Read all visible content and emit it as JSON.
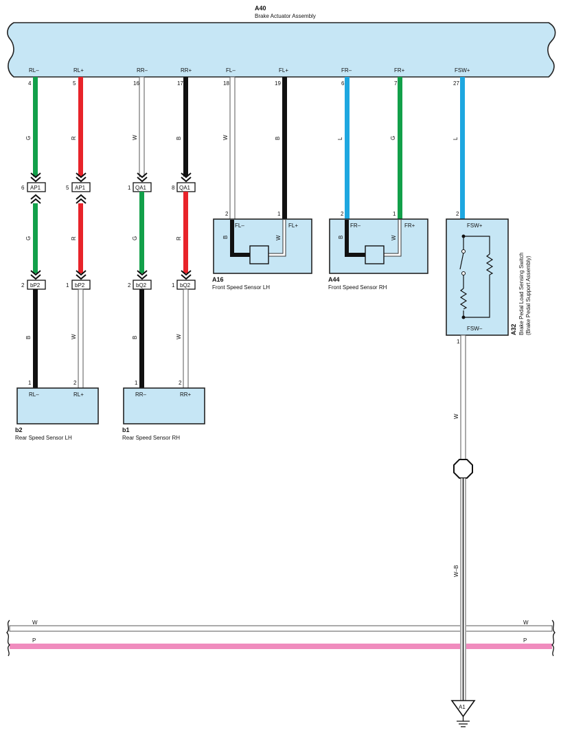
{
  "actuator": {
    "code": "A40",
    "name": "Brake Actuator Assembly",
    "pins": [
      {
        "label": "RL–",
        "num": "4",
        "color_code": "G",
        "color": "#12a04a"
      },
      {
        "label": "RL+",
        "num": "5",
        "color_code": "R",
        "color": "#e8232a"
      },
      {
        "label": "RR–",
        "num": "16",
        "color_code": "W",
        "color": "#ffffff"
      },
      {
        "label": "RR+",
        "num": "17",
        "color_code": "B",
        "color": "#111111"
      },
      {
        "label": "FL–",
        "num": "18",
        "color_code": "W",
        "color": "#ffffff"
      },
      {
        "label": "FL+",
        "num": "19",
        "color_code": "B",
        "color": "#111111"
      },
      {
        "label": "FR–",
        "num": "6",
        "color_code": "L",
        "color": "#1ea7e0"
      },
      {
        "label": "FR+",
        "num": "7",
        "color_code": "G",
        "color": "#12a04a"
      },
      {
        "label": "FSW+",
        "num": "27",
        "color_code": "L",
        "color": "#1ea7e0"
      }
    ]
  },
  "connectors": {
    "ap1_rl_minus": {
      "pin": "6",
      "name": "AP1"
    },
    "ap1_rl_plus": {
      "pin": "5",
      "name": "AP1"
    },
    "qa1_rr_minus": {
      "pin": "1",
      "name": "QA1"
    },
    "qa1_rr_plus": {
      "pin": "8",
      "name": "QA1"
    },
    "bp2_rl_minus": {
      "pin": "2",
      "name": "bP2"
    },
    "bp2_rl_plus": {
      "pin": "1",
      "name": "bP2"
    },
    "bq2_rr_minus": {
      "pin": "2",
      "name": "bQ2"
    },
    "bq2_rr_plus": {
      "pin": "1",
      "name": "bQ2"
    }
  },
  "mid_wire_colors": {
    "rl_minus": "G",
    "rl_plus": "R",
    "rr_minus": "G",
    "rr_plus": "R"
  },
  "low_wire_colors": {
    "rl_minus": "B",
    "rl_plus": "W",
    "rr_minus": "B",
    "rr_plus": "W"
  },
  "rear_lh": {
    "code": "b2",
    "name": "Rear Speed Sensor LH",
    "pin_minus": "RL–",
    "pin_plus": "RL+",
    "num_minus": "1",
    "num_plus": "2"
  },
  "rear_rh": {
    "code": "b1",
    "name": "Rear Speed Sensor RH",
    "pin_minus": "RR–",
    "pin_plus": "RR+",
    "num_minus": "1",
    "num_plus": "2"
  },
  "front_lh": {
    "code": "A16",
    "name": "Front Speed Sensor LH",
    "pin_minus": "FL–",
    "pin_plus": "FL+",
    "num_minus": "2",
    "num_plus": "1",
    "inner_b": "B",
    "inner_w": "W"
  },
  "front_rh": {
    "code": "A44",
    "name": "Front Speed Sensor RH",
    "pin_minus": "FR–",
    "pin_plus": "FR+",
    "num_minus": "2",
    "num_plus": "1",
    "inner_b": "B",
    "inner_w": "W"
  },
  "switch": {
    "code": "A32",
    "name": "Brake Pedal Load Sensing Switch",
    "sub": "(Brake Pedal Support Assembly)",
    "pin_top": "FSW+",
    "pin_bottom": "FSW–",
    "num_top": "2",
    "num_bottom": "1"
  },
  "switch_wire_color": "W",
  "ground_wire_color": "W–B",
  "ground_label": "A1",
  "bus": {
    "w_label": "W",
    "p_label": "P",
    "w_color": "#ffffff",
    "p_color": "#f08cbe"
  }
}
